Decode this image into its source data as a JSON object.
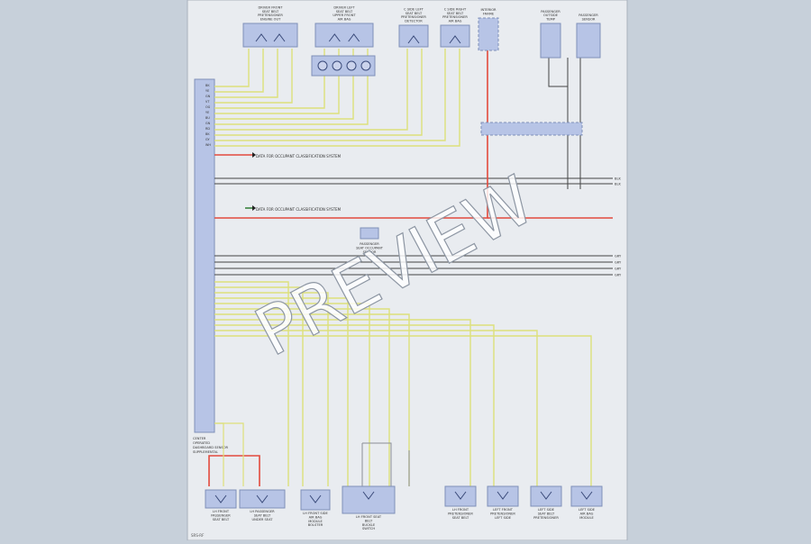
{
  "watermark": "PREVIEW",
  "colors": {
    "background": "#c7d0da",
    "sheet": "#e9ecf0",
    "component": "#b7c4e6",
    "yellow": "#dde07a",
    "red": "#e34a3d",
    "black": "#444444",
    "gray": "#8a8e96"
  },
  "main_module": {
    "label_lines": [
      "CENTER",
      "OPERATED",
      "DASHBOARD SENSOR",
      "SUPPLEMENTAL"
    ]
  },
  "top_components": [
    {
      "id": "top1",
      "title_lines": [
        "DRIVER FRONT",
        "SEAT BELT",
        "PRETENSIONER",
        "ENGINE OUT"
      ]
    },
    {
      "id": "top2",
      "title_lines": [
        "DRIVER LEFT",
        "SEAT BELT",
        "UPPER FRONT",
        "AIR BAG"
      ]
    },
    {
      "id": "top3",
      "title_lines": [
        "C SIDE LEFT",
        "SEAT BELT",
        "PRETENSIONER",
        "DETECTOR"
      ]
    },
    {
      "id": "top4",
      "title_lines": [
        "C SIDE RIGHT",
        "SEAT BELT",
        "PRETENSIONER",
        "AIR BAG"
      ]
    },
    {
      "id": "top5",
      "title_lines": [
        "INTERIOR",
        "FRAME"
      ]
    },
    {
      "id": "top6",
      "title_lines": [
        "PASSENGER",
        "OUTSIDE",
        "TEMP"
      ]
    },
    {
      "id": "top7",
      "title_lines": [
        "PASSENGER",
        "SENSOR"
      ]
    }
  ],
  "bottom_components": [
    {
      "id": "b1",
      "label_lines": [
        "LH FRONT",
        "PASSENGER",
        "SEAT BELT"
      ]
    },
    {
      "id": "b2",
      "label_lines": [
        "LH PASSENGER",
        "SEAT BELT",
        "UNDER SEAT"
      ]
    },
    {
      "id": "b3",
      "label_lines": [
        "LH FRONT SIDE",
        "AIR BAG",
        "MODULE",
        "BOLSTER"
      ]
    },
    {
      "id": "b4",
      "label_lines": [
        "LH FRONT SEAT",
        "BELT",
        "BUCKLE",
        "SWITCH"
      ]
    },
    {
      "id": "b5",
      "label_lines": [
        "LH FRONT",
        "PRETENSIONER",
        "SEAT BELT"
      ]
    },
    {
      "id": "b6",
      "label_lines": [
        "LEFT FRONT",
        "PRETENSIONER",
        "LEFT SIDE"
      ]
    },
    {
      "id": "b7",
      "label_lines": [
        "LEFT SIDE",
        "SEAT BELT",
        "PRETENSIONER"
      ]
    },
    {
      "id": "b8",
      "label_lines": [
        "LEFT SIDE",
        "AIR BAG",
        "MODULE"
      ]
    }
  ],
  "callouts": {
    "data_link_1": "DATA FOR OCCUPANT CLASSIFICATION SYSTEM",
    "data_link_2": "DATA FOR OCCUPANT CLASSIFICATION SYSTEM",
    "mid_connector": [
      "PASSENGER",
      "SEAT OCCUPANT",
      "SENSOR"
    ],
    "footer_code": "SRS-RF"
  },
  "left_pins": [
    "BK",
    "YE",
    "GN",
    "VT",
    "OG",
    "YE",
    "BU",
    "GN",
    "RD",
    "BK",
    "GY",
    "WH"
  ],
  "right_edge_labels": [
    "BLK",
    "BLK",
    "GRY",
    "GRY",
    "GRY",
    "GRY"
  ]
}
